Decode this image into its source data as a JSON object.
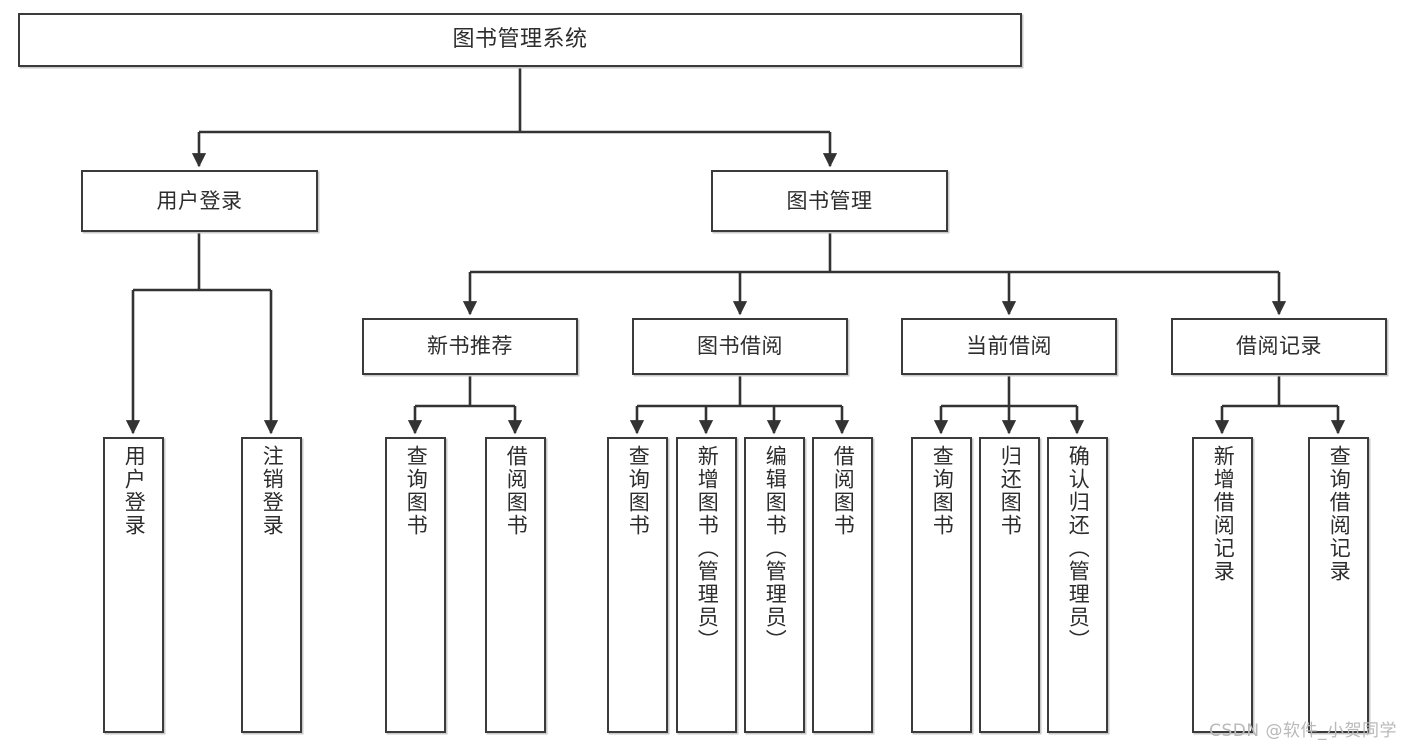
{
  "diagram": {
    "title": "图书管理系统",
    "watermark": "CSDN @软件_小贺同学",
    "colors": {
      "box_border": "#3b3b3b",
      "box_fill": "#ffffff",
      "edge": "#333333",
      "text": "#2d2d2d",
      "watermark": "#b9b9b9"
    },
    "nodes": {
      "root": {
        "label": "图书管理系统"
      },
      "level1": [
        {
          "label": "用户登录"
        },
        {
          "label": "图书管理"
        }
      ],
      "level2": [
        {
          "label": "新书推荐"
        },
        {
          "label": "图书借阅"
        },
        {
          "label": "当前借阅"
        },
        {
          "label": "借阅记录"
        }
      ],
      "leaves": {
        "user_login": [
          {
            "label": "用户登录"
          },
          {
            "label": "注销登录"
          }
        ],
        "new_book_recommend": [
          {
            "label": "查询图书"
          },
          {
            "label": "借阅图书"
          }
        ],
        "book_borrow": [
          {
            "label": "查询图书"
          },
          {
            "label": "新增图书（管理员）"
          },
          {
            "label": "编辑图书（管理员）"
          },
          {
            "label": "借阅图书"
          }
        ],
        "current_borrow": [
          {
            "label": "查询图书"
          },
          {
            "label": "归还图书"
          },
          {
            "label": "确认归还（管理员）"
          }
        ],
        "borrow_records": [
          {
            "label": "新增借阅记录"
          },
          {
            "label": "查询借阅记录"
          }
        ]
      }
    }
  }
}
